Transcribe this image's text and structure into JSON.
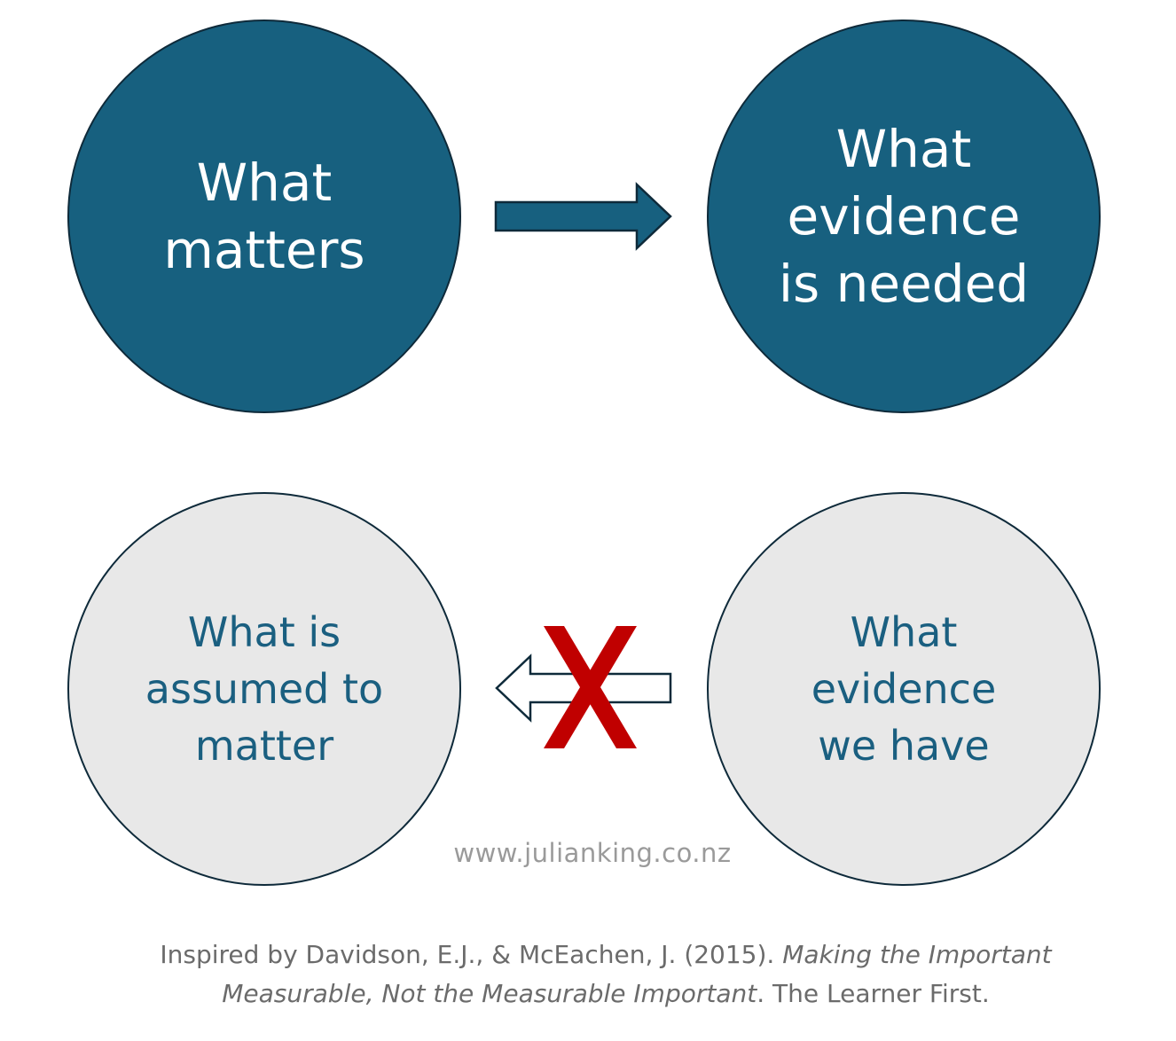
{
  "diagram": {
    "top_left": {
      "text": "What\nmatters"
    },
    "top_right": {
      "text": "What\nevidence\nis needed"
    },
    "bottom_left": {
      "text": "What is\nassumed to\nmatter"
    },
    "bottom_right": {
      "text": "What\nevidence\nwe have"
    }
  },
  "watermark": "www.julianking.co.nz",
  "citation": {
    "prefix": "Inspired by Davidson, E.J., & McEachen, J. (2015). ",
    "title_part1": "Making the Important",
    "title_part2": "Measurable, Not the Measurable Important",
    "suffix": ". The Learner First."
  },
  "colors": {
    "dark_circle_fill": "#17607f",
    "light_circle_fill": "#e8e8e8",
    "circle_border": "#0e2a3a",
    "light_text": "#1a5f80",
    "x_mark": "#c00000",
    "watermark_text": "#9a9a9a",
    "citation_text": "#6b6b6b"
  },
  "icons": {
    "arrow_right": "arrow-right-icon",
    "arrow_left": "arrow-left-icon",
    "cross": "x-mark-icon"
  }
}
